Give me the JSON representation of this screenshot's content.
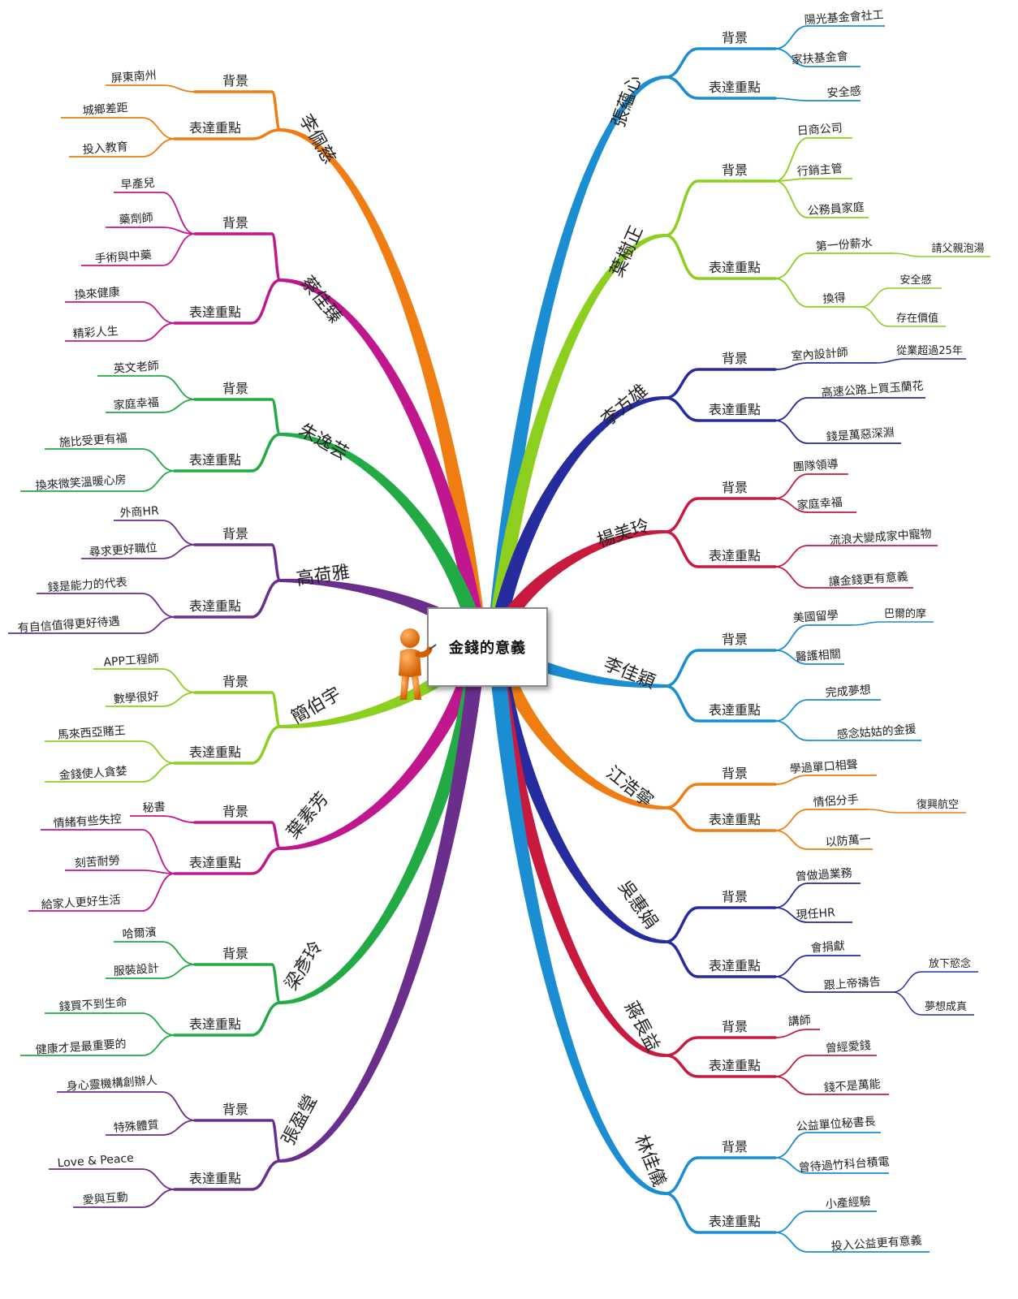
{
  "title": "金錢的意義",
  "center_icon": "person-presenter-icon",
  "branches": [
    {
      "name": "張蘊心",
      "color": "#1a8dd3",
      "side": "right",
      "groups": [
        {
          "label": "背景",
          "items": [
            {
              "text": "陽光基金會社工"
            },
            {
              "text": "家扶基金會"
            }
          ]
        },
        {
          "label": "表達重點",
          "items": [
            {
              "text": "安全感"
            }
          ]
        }
      ]
    },
    {
      "name": "葉樹正",
      "color": "#8ccf1e",
      "side": "right",
      "groups": [
        {
          "label": "背景",
          "items": [
            {
              "text": "日商公司"
            },
            {
              "text": "行銷主管"
            },
            {
              "text": "公務員家庭"
            }
          ]
        },
        {
          "label": "表達重點",
          "items": [
            {
              "text": "第一份薪水",
              "sub": [
                "請父親泡湯"
              ]
            },
            {
              "text": "換得",
              "sub": [
                "安全感",
                "存在價值"
              ]
            }
          ]
        }
      ]
    },
    {
      "name": "李方雄",
      "color": "#262b9e",
      "side": "right",
      "groups": [
        {
          "label": "背景",
          "items": [
            {
              "text": "室內設計師",
              "sub": [
                "從業超過25年"
              ]
            }
          ]
        },
        {
          "label": "表達重點",
          "items": [
            {
              "text": "高速公路上買玉蘭花"
            },
            {
              "text": "錢是萬惡深淵"
            }
          ]
        }
      ]
    },
    {
      "name": "楊美玲",
      "color": "#c8193f",
      "side": "right",
      "groups": [
        {
          "label": "背景",
          "items": [
            {
              "text": "團隊領導"
            },
            {
              "text": "家庭幸福"
            }
          ]
        },
        {
          "label": "表達重點",
          "items": [
            {
              "text": "流浪犬變成家中寵物"
            },
            {
              "text": "讓金錢更有意義"
            }
          ]
        }
      ]
    },
    {
      "name": "李佳穎",
      "color": "#1a8dd3",
      "side": "right",
      "groups": [
        {
          "label": "背景",
          "items": [
            {
              "text": "美國留學",
              "sub": [
                "巴爾的摩"
              ]
            },
            {
              "text": "醫護相關"
            }
          ]
        },
        {
          "label": "表達重點",
          "items": [
            {
              "text": "完成夢想"
            },
            {
              "text": "感念姑姑的金援"
            }
          ]
        }
      ]
    },
    {
      "name": "江浩寧",
      "color": "#f07d12",
      "side": "right",
      "groups": [
        {
          "label": "背景",
          "items": [
            {
              "text": "學過單口相聲"
            }
          ]
        },
        {
          "label": "表達重點",
          "items": [
            {
              "text": "情侶分手",
              "sub": [
                "復興航空"
              ]
            },
            {
              "text": "以防萬一"
            }
          ]
        }
      ]
    },
    {
      "name": "吳惠娟",
      "color": "#262b9e",
      "side": "right",
      "groups": [
        {
          "label": "背景",
          "items": [
            {
              "text": "曾做過業務"
            },
            {
              "text": "現任HR"
            }
          ]
        },
        {
          "label": "表達重點",
          "items": [
            {
              "text": "會捐獻"
            },
            {
              "text": "跟上帝禱告",
              "sub": [
                "放下慾念",
                "夢想成真"
              ]
            }
          ]
        }
      ]
    },
    {
      "name": "蔣長益",
      "color": "#c8193f",
      "side": "right",
      "groups": [
        {
          "label": "背景",
          "items": [
            {
              "text": "講師"
            }
          ]
        },
        {
          "label": "表達重點",
          "items": [
            {
              "text": "曾經愛錢"
            },
            {
              "text": "錢不是萬能"
            }
          ]
        }
      ]
    },
    {
      "name": "林佳儀",
      "color": "#1a8dd3",
      "side": "right",
      "groups": [
        {
          "label": "背景",
          "items": [
            {
              "text": "公益單位秘書長"
            },
            {
              "text": "曾待過竹科台積電"
            }
          ]
        },
        {
          "label": "表達重點",
          "items": [
            {
              "text": "小產經驗"
            },
            {
              "text": "投入公益更有意義"
            }
          ]
        }
      ]
    },
    {
      "name": "李佩慈",
      "color": "#f07d12",
      "side": "left",
      "groups": [
        {
          "label": "背景",
          "items": [
            {
              "text": "屏東南州"
            }
          ]
        },
        {
          "label": "表達重點",
          "items": [
            {
              "text": "城鄉差距"
            },
            {
              "text": "投入教育"
            }
          ]
        }
      ]
    },
    {
      "name": "蔡佳臻",
      "color": "#c0178f",
      "side": "left",
      "groups": [
        {
          "label": "背景",
          "items": [
            {
              "text": "早產兒"
            },
            {
              "text": "藥劑師"
            },
            {
              "text": "手術與中藥"
            }
          ]
        },
        {
          "label": "表達重點",
          "items": [
            {
              "text": "換來健康"
            },
            {
              "text": "精彩人生"
            }
          ]
        }
      ]
    },
    {
      "name": "朱逸芸",
      "color": "#22aa44",
      "side": "left",
      "groups": [
        {
          "label": "背景",
          "items": [
            {
              "text": "英文老師"
            },
            {
              "text": "家庭幸福"
            }
          ]
        },
        {
          "label": "表達重點",
          "items": [
            {
              "text": "施比受更有福"
            },
            {
              "text": "換來微笑溫暖心房"
            }
          ]
        }
      ]
    },
    {
      "name": "高荷雅",
      "color": "#6b2e8c",
      "side": "left",
      "groups": [
        {
          "label": "背景",
          "items": [
            {
              "text": "外商HR"
            },
            {
              "text": "尋求更好職位"
            }
          ]
        },
        {
          "label": "表達重點",
          "items": [
            {
              "text": "錢是能力的代表"
            },
            {
              "text": "有自信值得更好待遇"
            }
          ]
        }
      ]
    },
    {
      "name": "簡伯宇",
      "color": "#8ccf1e",
      "side": "left",
      "groups": [
        {
          "label": "背景",
          "items": [
            {
              "text": "APP工程師"
            },
            {
              "text": "數學很好"
            }
          ]
        },
        {
          "label": "表達重點",
          "items": [
            {
              "text": "馬來西亞賭王"
            },
            {
              "text": "金錢使人貪婪"
            }
          ]
        }
      ]
    },
    {
      "name": "葉素芳",
      "color": "#c0178f",
      "side": "left",
      "groups": [
        {
          "label": "背景",
          "items": [
            {
              "text": "秘書"
            }
          ]
        },
        {
          "label": "表達重點",
          "items": [
            {
              "text": "情緒有些失控"
            },
            {
              "text": "刻苦耐勞"
            },
            {
              "text": "給家人更好生活"
            }
          ]
        }
      ]
    },
    {
      "name": "梁彥玲",
      "color": "#22aa44",
      "side": "left",
      "groups": [
        {
          "label": "背景",
          "items": [
            {
              "text": "哈爾濱"
            },
            {
              "text": "服裝設計"
            }
          ]
        },
        {
          "label": "表達重點",
          "items": [
            {
              "text": "錢買不到生命"
            },
            {
              "text": "健康才是最重要的"
            }
          ]
        }
      ]
    },
    {
      "name": "張盈瑩",
      "color": "#6b2e8c",
      "side": "left",
      "groups": [
        {
          "label": "背景",
          "items": [
            {
              "text": "身心靈機構創辦人"
            },
            {
              "text": "特殊體質"
            }
          ]
        },
        {
          "label": "表達重點",
          "items": [
            {
              "text": "Love & Peace"
            },
            {
              "text": "愛與互動"
            }
          ]
        }
      ]
    }
  ]
}
